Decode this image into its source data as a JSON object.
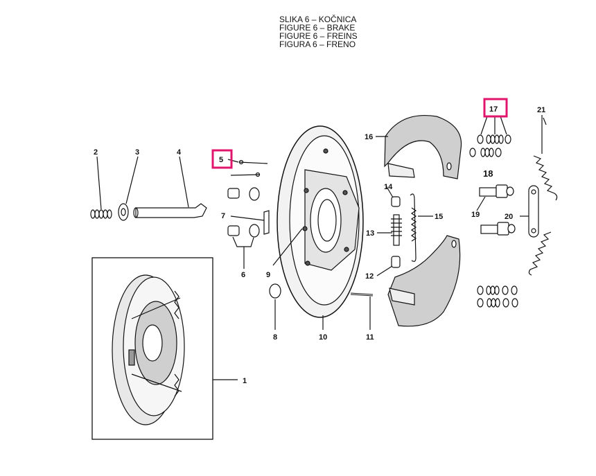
{
  "titles": [
    "SLIKA   6 – KOČNICA",
    "FIGURE 6 – BRAKE",
    "FIGURE 6 – FREINS",
    "FIGURA 6 – FRENO"
  ],
  "parts": {
    "p1": "1",
    "p2": "2",
    "p3": "3",
    "p4": "4",
    "p5": "5",
    "p6": "6",
    "p7": "7",
    "p8": "8",
    "p9": "9",
    "p10": "10",
    "p11": "11",
    "p12": "12",
    "p13": "13",
    "p14": "14",
    "p15": "15",
    "p16": "16",
    "p17": "17",
    "p18": "18",
    "p19": "19",
    "p20": "20",
    "p21": "21"
  },
  "highlighted_parts": [
    "5",
    "17"
  ],
  "highlight_color": "#e0156b"
}
